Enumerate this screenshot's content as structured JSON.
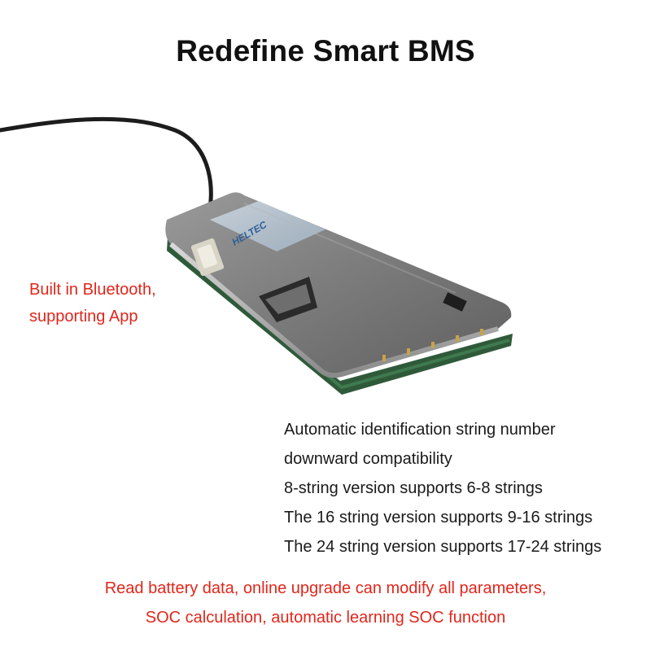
{
  "title": "Redefine Smart BMS",
  "product": {
    "brand_mark": "HELTEC"
  },
  "callout_left": {
    "lines": [
      "Built in Bluetooth,",
      "supporting App"
    ],
    "color": "#e0261b"
  },
  "features": [
    "Automatic identification string number",
    "downward compatibility",
    "8-string version supports 6-8 strings",
    "The 16 string version supports 9-16 strings",
    "The 24 string version supports 17-24 strings"
  ],
  "bottom_note": [
    "Read battery data, online upgrade can modify all parameters,",
    "SOC calculation, automatic learning SOC function"
  ]
}
